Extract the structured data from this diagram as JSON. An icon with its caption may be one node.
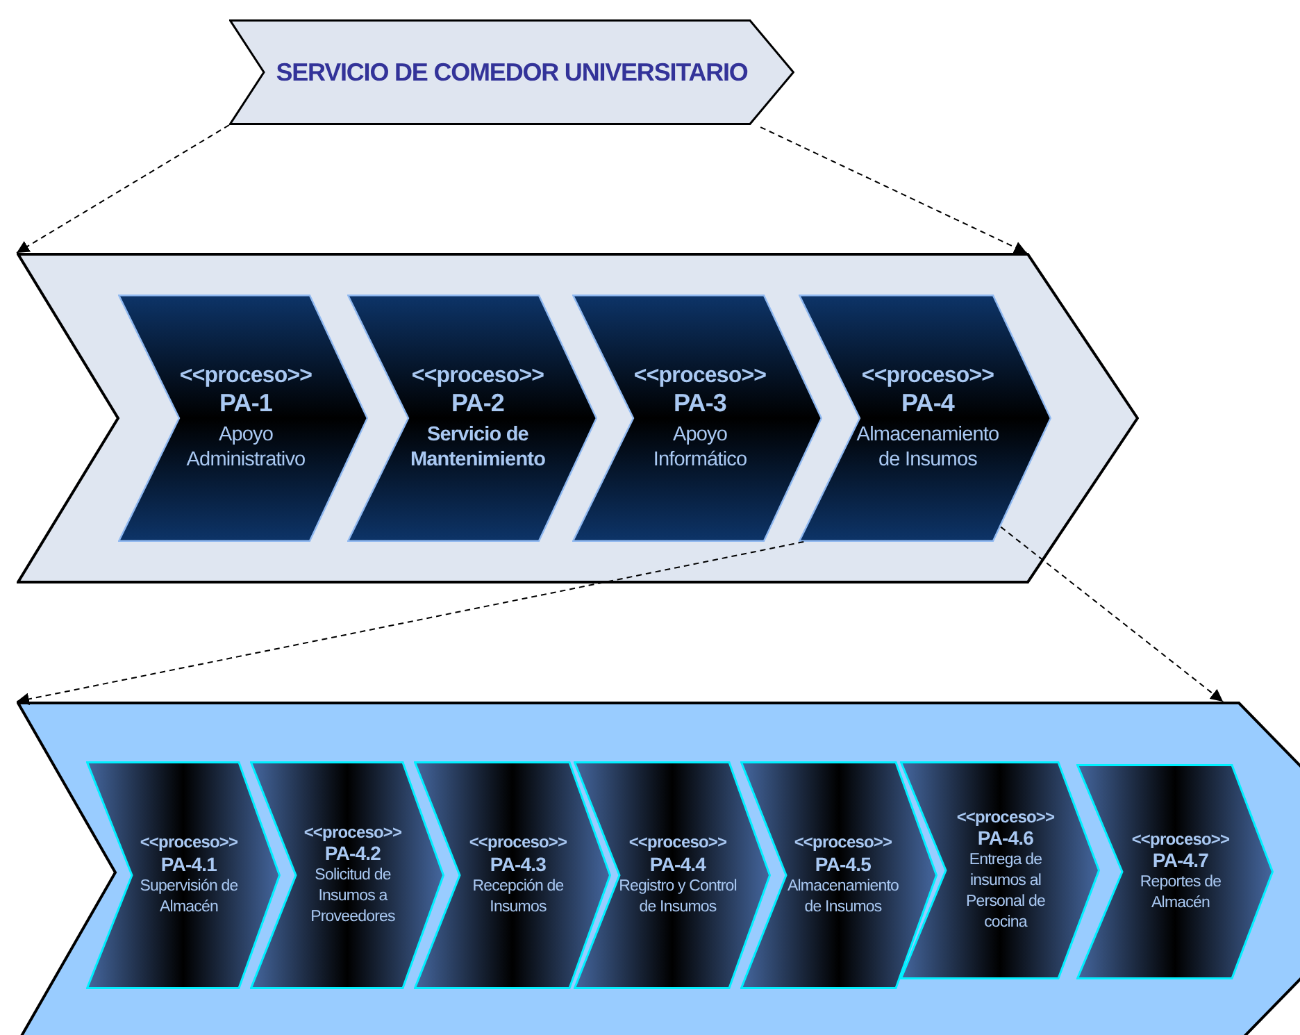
{
  "diagram": {
    "nodes": [
      {
        "text": [
          "SERVICIO DE COMEDOR UNIVERSITARIO"
        ]
      },
      {
        "text": [],
        "shape": "chevron"
      },
      {
        "text": [
          "<<proceso>>",
          "PA-1",
          "Apoyo Administrativo"
        ],
        "in": 1
      },
      {
        "text": [
          "<<proceso>>",
          "PA-2",
          "Servicio de Mantenimiento"
        ],
        "in": 1
      },
      {
        "text": [
          "<<proceso>>",
          "PA-3",
          "Apoyo Informático"
        ],
        "in": 1
      },
      {
        "text": [
          "<<proceso>>",
          "PA-4",
          "Almacenamiento de Insumos"
        ],
        "in": 1
      },
      {
        "text": [],
        "shape": "chevron"
      },
      {
        "text": [
          "<<proceso>>",
          "PA-4.1",
          "Supervisión de Almacén"
        ],
        "in": 6
      },
      {
        "text": [
          "<<proceso>>",
          "PA-4.2",
          "Solicitud de Insumos a Proveedores"
        ],
        "in": 6
      },
      {
        "text": [
          "<<proceso>>",
          "PA-4.3",
          "Recepción de Insumos"
        ],
        "in": 6
      },
      {
        "text": [
          "<<proceso>>",
          "PA-4.4",
          "Registro y Control de Insumos"
        ],
        "in": 6
      },
      {
        "text": [
          "<<proceso>>",
          "PA-4.5",
          "Almacenamiento de Insumos"
        ],
        "in": 6
      },
      {
        "text": [
          "<<proceso>>",
          "PA-4.6",
          "Entrega de insumos al Personal de cocina"
        ],
        "in": 6
      },
      {
        "text": [
          "<<proceso>>",
          "PA-4.7",
          "Reportes de Almacén"
        ],
        "in": 6
      }
    ],
    "edges": [
      {
        "from": 0,
        "to": 1,
        "arrow": "to",
        "style": "dashed"
      },
      {
        "from": 0,
        "to": 1,
        "arrow": "to",
        "style": "dashed"
      },
      {
        "from": 5,
        "to": 6,
        "arrow": "to",
        "style": "dashed"
      },
      {
        "from": 5,
        "to": 6,
        "arrow": "to",
        "style": "dashed"
      }
    ]
  }
}
